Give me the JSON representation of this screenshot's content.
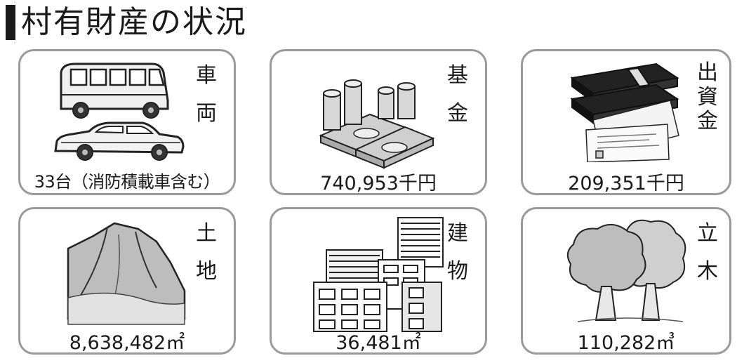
{
  "title": "村有財産の状況",
  "cards": [
    {
      "label": [
        "車",
        "両"
      ],
      "value": "33台（消防積載車含む）",
      "icon": "bus-and-car-icon"
    },
    {
      "label": [
        "基",
        "金"
      ],
      "value": "740,953千円",
      "icon": "money-and-coins-icon"
    },
    {
      "label": [
        "出",
        "資",
        "金"
      ],
      "value": "209,351千円",
      "icon": "cash-and-certificate-icon"
    },
    {
      "label": [
        "土",
        "地"
      ],
      "value": "8,638,482㎡",
      "icon": "mountain-icon"
    },
    {
      "label": [
        "建",
        "物"
      ],
      "value": "36,481㎡",
      "icon": "buildings-icon"
    },
    {
      "label": [
        "立",
        "木"
      ],
      "value": "110,282㎥",
      "icon": "trees-icon"
    }
  ]
}
